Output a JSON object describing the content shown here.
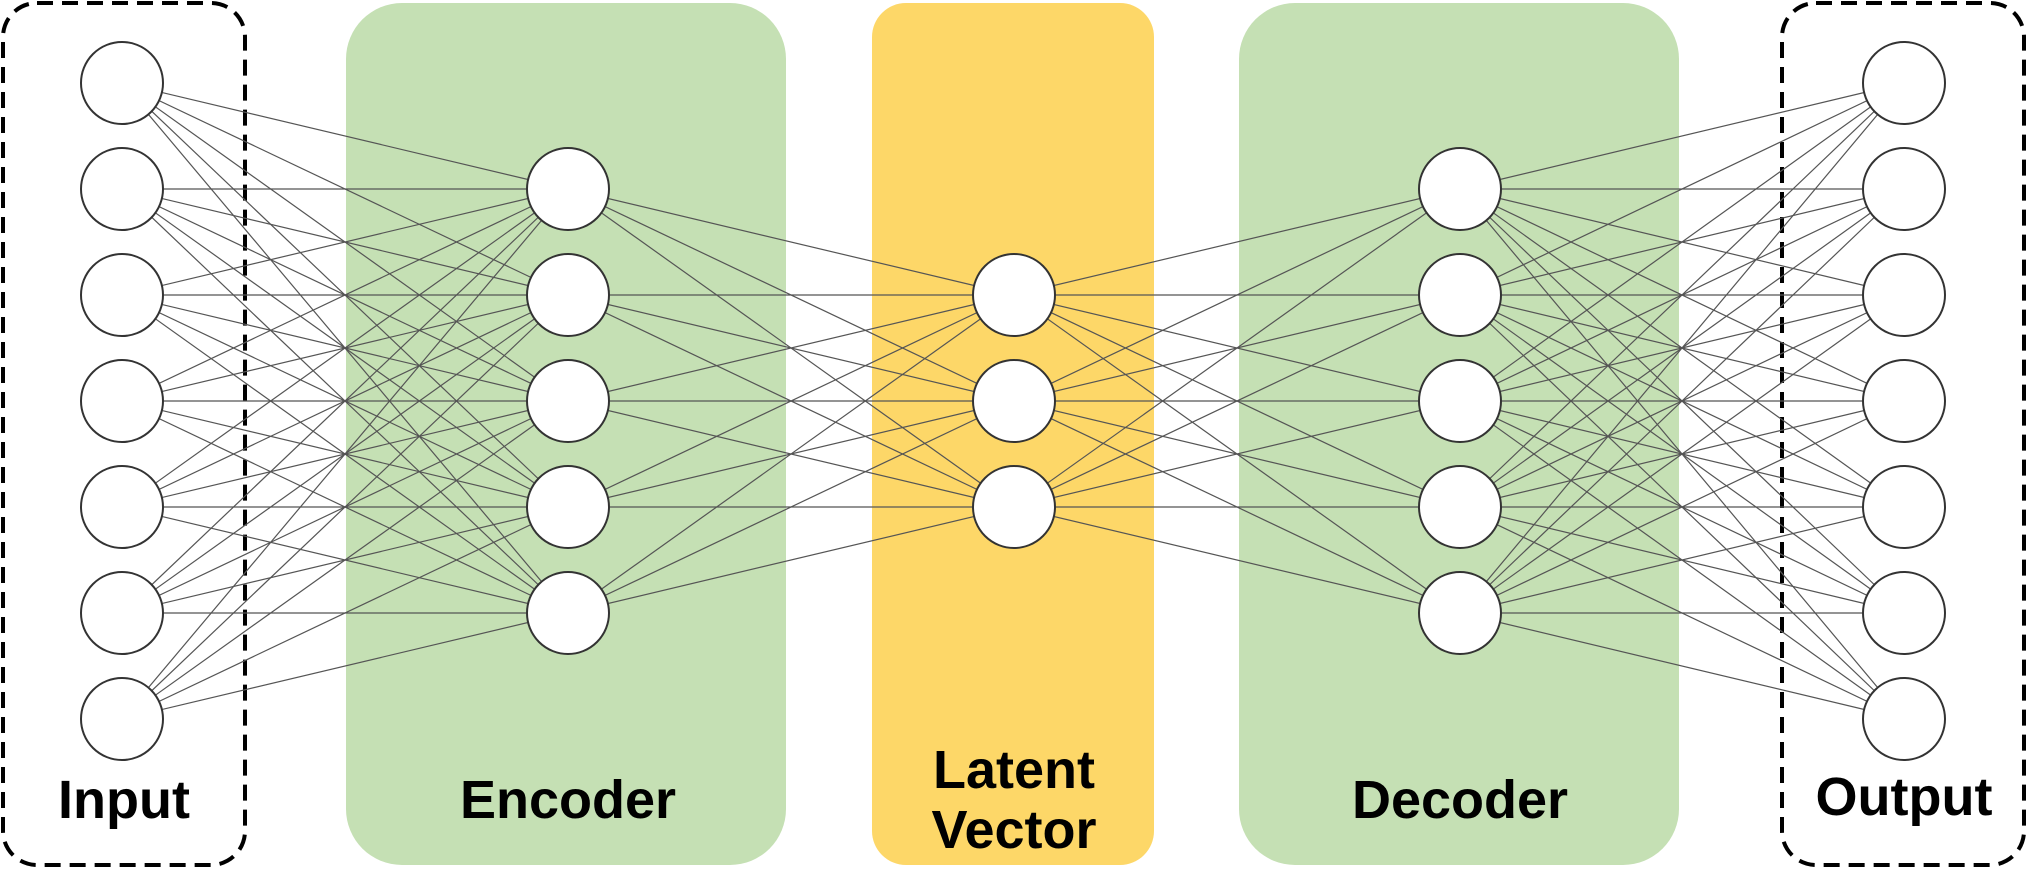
{
  "colors": {
    "encoder_panel": "#c5e0b4",
    "latent_panel": "#fdd768",
    "decoder_panel": "#c5e0b4",
    "io_border": "#000000",
    "node_fill": "#ffffff",
    "node_stroke": "#333333",
    "connection_stroke": "#555555"
  },
  "panels": {
    "input": {
      "label": "Input",
      "style": "dashed-border"
    },
    "encoder": {
      "label": "Encoder",
      "style": "filled"
    },
    "latent": {
      "label_line1": "Latent",
      "label_line2": "Vector",
      "style": "filled"
    },
    "decoder": {
      "label": "Decoder",
      "style": "filled"
    },
    "output": {
      "label": "Output",
      "style": "dashed-border"
    }
  },
  "network": {
    "layer_sizes": [
      7,
      5,
      3,
      5,
      7
    ],
    "connectivity": "fully-connected"
  }
}
